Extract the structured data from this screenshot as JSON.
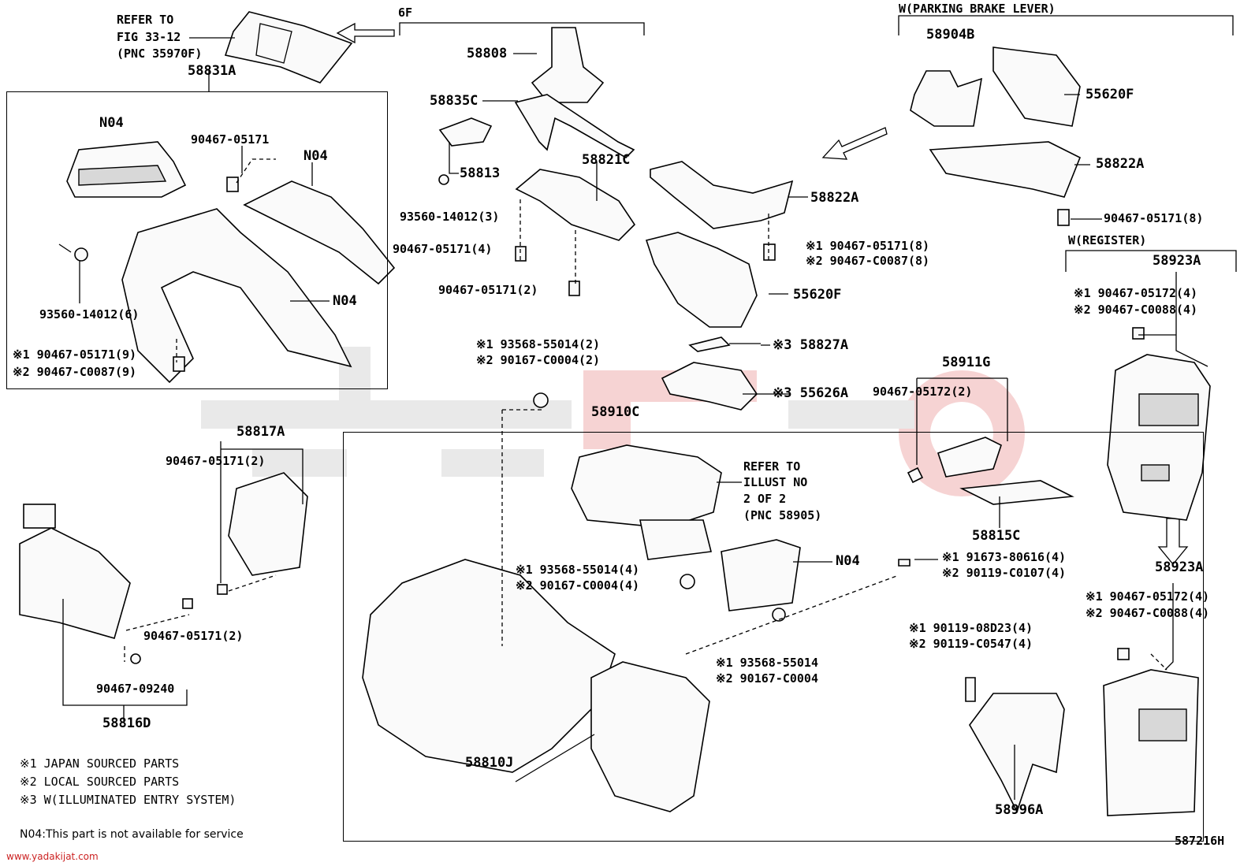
{
  "diagram": {
    "code": "587216H",
    "watermark": "www.yadakijat.com"
  },
  "headers": {
    "six_f": "6F",
    "parking_brake": "W(PARKING BRAKE LEVER)",
    "register": "W(REGISTER)"
  },
  "refer_fig": [
    "REFER TO",
    "FIG 33-12",
    "(PNC 35970F)"
  ],
  "refer_illust": [
    "REFER TO",
    "ILLUST NO",
    "2 OF 2",
    "(PNC 58905)"
  ],
  "parts": {
    "p58831A": "58831A",
    "n04_a": "N04",
    "n04_b": "N04",
    "n04_c": "N04",
    "n04_d": "N04",
    "c90467_05171": "90467-05171",
    "c93560_14012_6": "93560-14012(6)",
    "s1_90467_05171_9": "※1 90467-05171(9)",
    "s2_90467_C0087_9": "※2 90467-C0087(9)",
    "p58808": "58808",
    "p58835C": "58835C",
    "p58813": "58813",
    "p58821C": "58821C",
    "c93560_14012_3": "93560-14012(3)",
    "c90467_05171_4": "90467-05171(4)",
    "c90467_05171_2a": "90467-05171(2)",
    "p58822A_mid": "58822A",
    "s1_90467_05171_8": "※1 90467-05171(8)",
    "s2_90467_C0087_8": "※2 90467-C0087(8)",
    "p55620F_mid": "55620F",
    "p58827A": "※3 58827A",
    "p55626A": "※3 55626A",
    "s1_93568_55014_2": "※1 93568-55014(2)",
    "s2_90167_C0004_2": "※2 90167-C0004(2)",
    "p58904B": "58904B",
    "p55620F_right": "55620F",
    "p58822A_right": "58822A",
    "c90467_05171_8": "90467-05171(8)",
    "p58923A_top": "58923A",
    "s1_90467_05172_4a": "※1 90467-05172(4)",
    "s2_90467_C0088_4a": "※2 90467-C0088(4)",
    "p58911G": "58911G",
    "c90467_05172_2": "90467-05172(2)",
    "p58815C": "58815C",
    "p58923A_bot": "58923A",
    "s1_90467_05172_4b": "※1 90467-05172(4)",
    "s2_90467_C0088_4b": "※2 90467-C0088(4)",
    "s1_91673_80616_4": "※1 91673-80616(4)",
    "s2_90119_C0107_4": "※2 90119-C0107(4)",
    "s1_90119_08D23_4": "※1 90119-08D23(4)",
    "s2_90119_C0547_4": "※2 90119-C0547(4)",
    "p58996A": "58996A",
    "p58817A": "58817A",
    "c90467_05171_2b": "90467-05171(2)",
    "c90467_05171_2c": "90467-05171(2)",
    "c90467_09240": "90467-09240",
    "p58816D": "58816D",
    "p58910C": "58910C",
    "s1_93568_55014_4": "※1 93568-55014(4)",
    "s2_90167_C0004_4": "※2 90167-C0004(4)",
    "s1_93568_55014": "※1 93568-55014",
    "s2_90167_C0004": "※2 90167-C0004",
    "p58810J": "58810J"
  },
  "legend": [
    "※1 JAPAN SOURCED PARTS",
    "※2 LOCAL SOURCED PARTS",
    "※3 W(ILLUMINATED ENTRY SYSTEM)"
  ],
  "footnote": "N04:This part is not available for service"
}
